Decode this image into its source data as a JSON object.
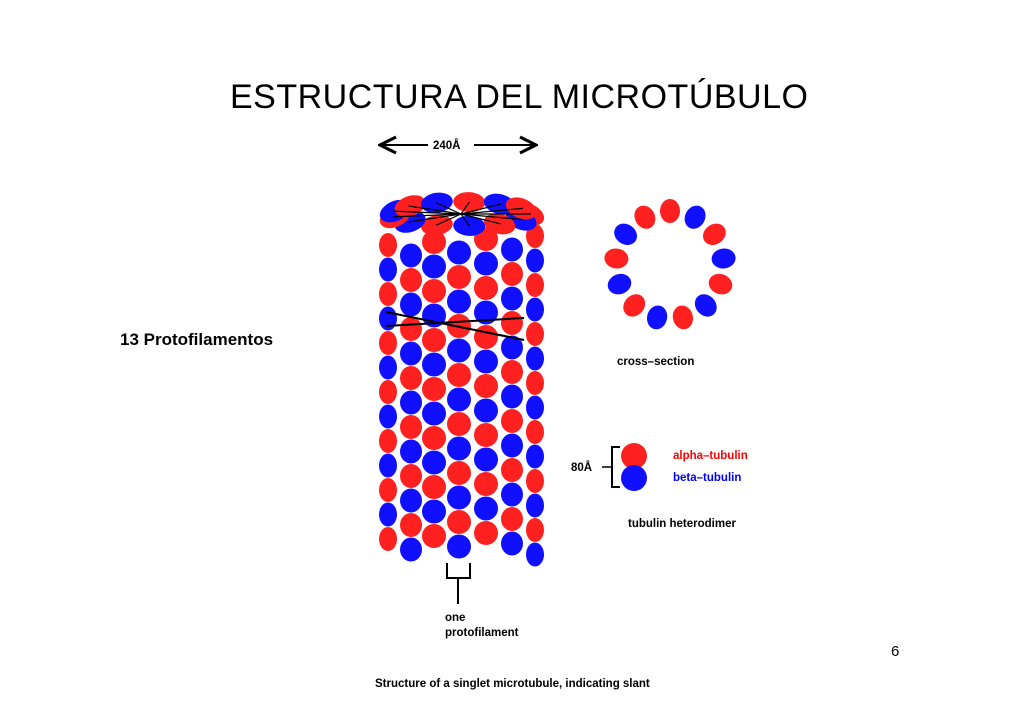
{
  "slide": {
    "title": "ESTRUCTURA DEL MICROTÚBULO",
    "side_label": "13 Protofilamentos",
    "page_number": "6"
  },
  "figure": {
    "diameter_label": "240Å",
    "cross_section_label": "cross–section",
    "dimer_size_label": "80Å",
    "alpha_label": "alpha–tubulin",
    "beta_label": "beta–tubulin",
    "heterodimer_label": "tubulin heterodimer",
    "protofilament_label_1": "one",
    "protofilament_label_2": "protofilament",
    "caption": "Structure of a singlet microtubule, indicating slant"
  },
  "colors": {
    "alpha": "#ff2020",
    "beta": "#1010ff",
    "alpha_text": "#ff0000",
    "beta_text": "#0000ff"
  }
}
